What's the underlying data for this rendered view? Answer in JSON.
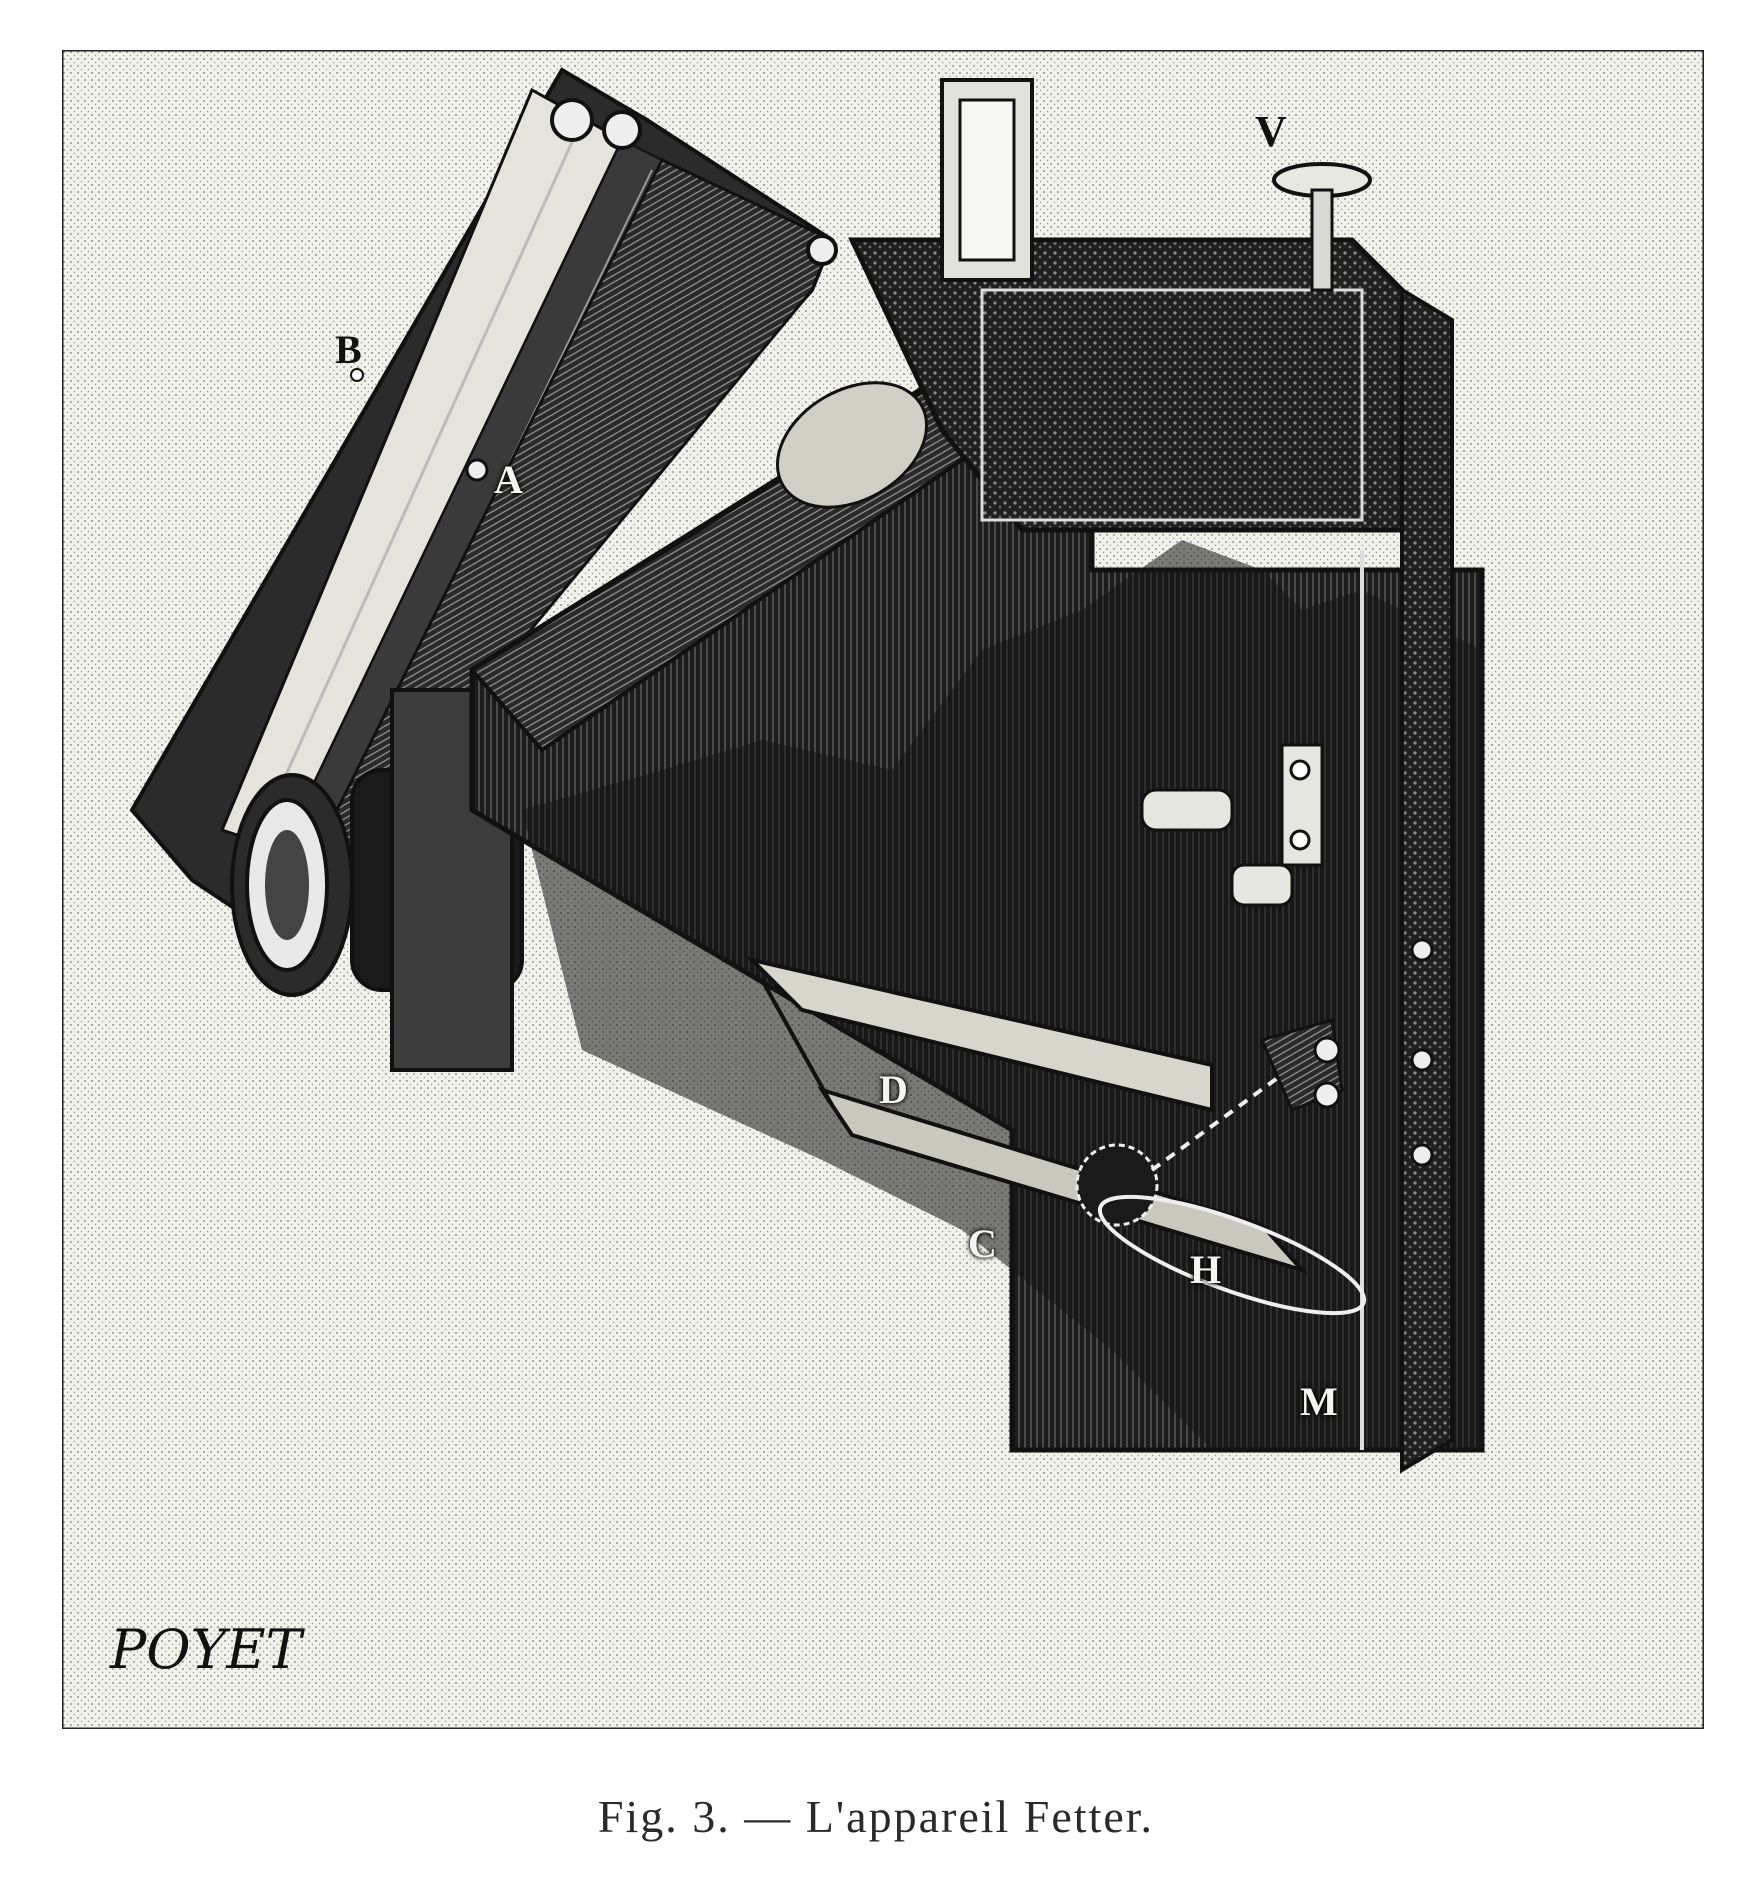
{
  "figure": {
    "caption": "Fig. 3. — L'appareil Fetter.",
    "signature": "POYET"
  },
  "labels": {
    "a": "A",
    "b": "B",
    "c": "C",
    "d": "D",
    "h": "H",
    "m": "M",
    "v": "V"
  }
}
